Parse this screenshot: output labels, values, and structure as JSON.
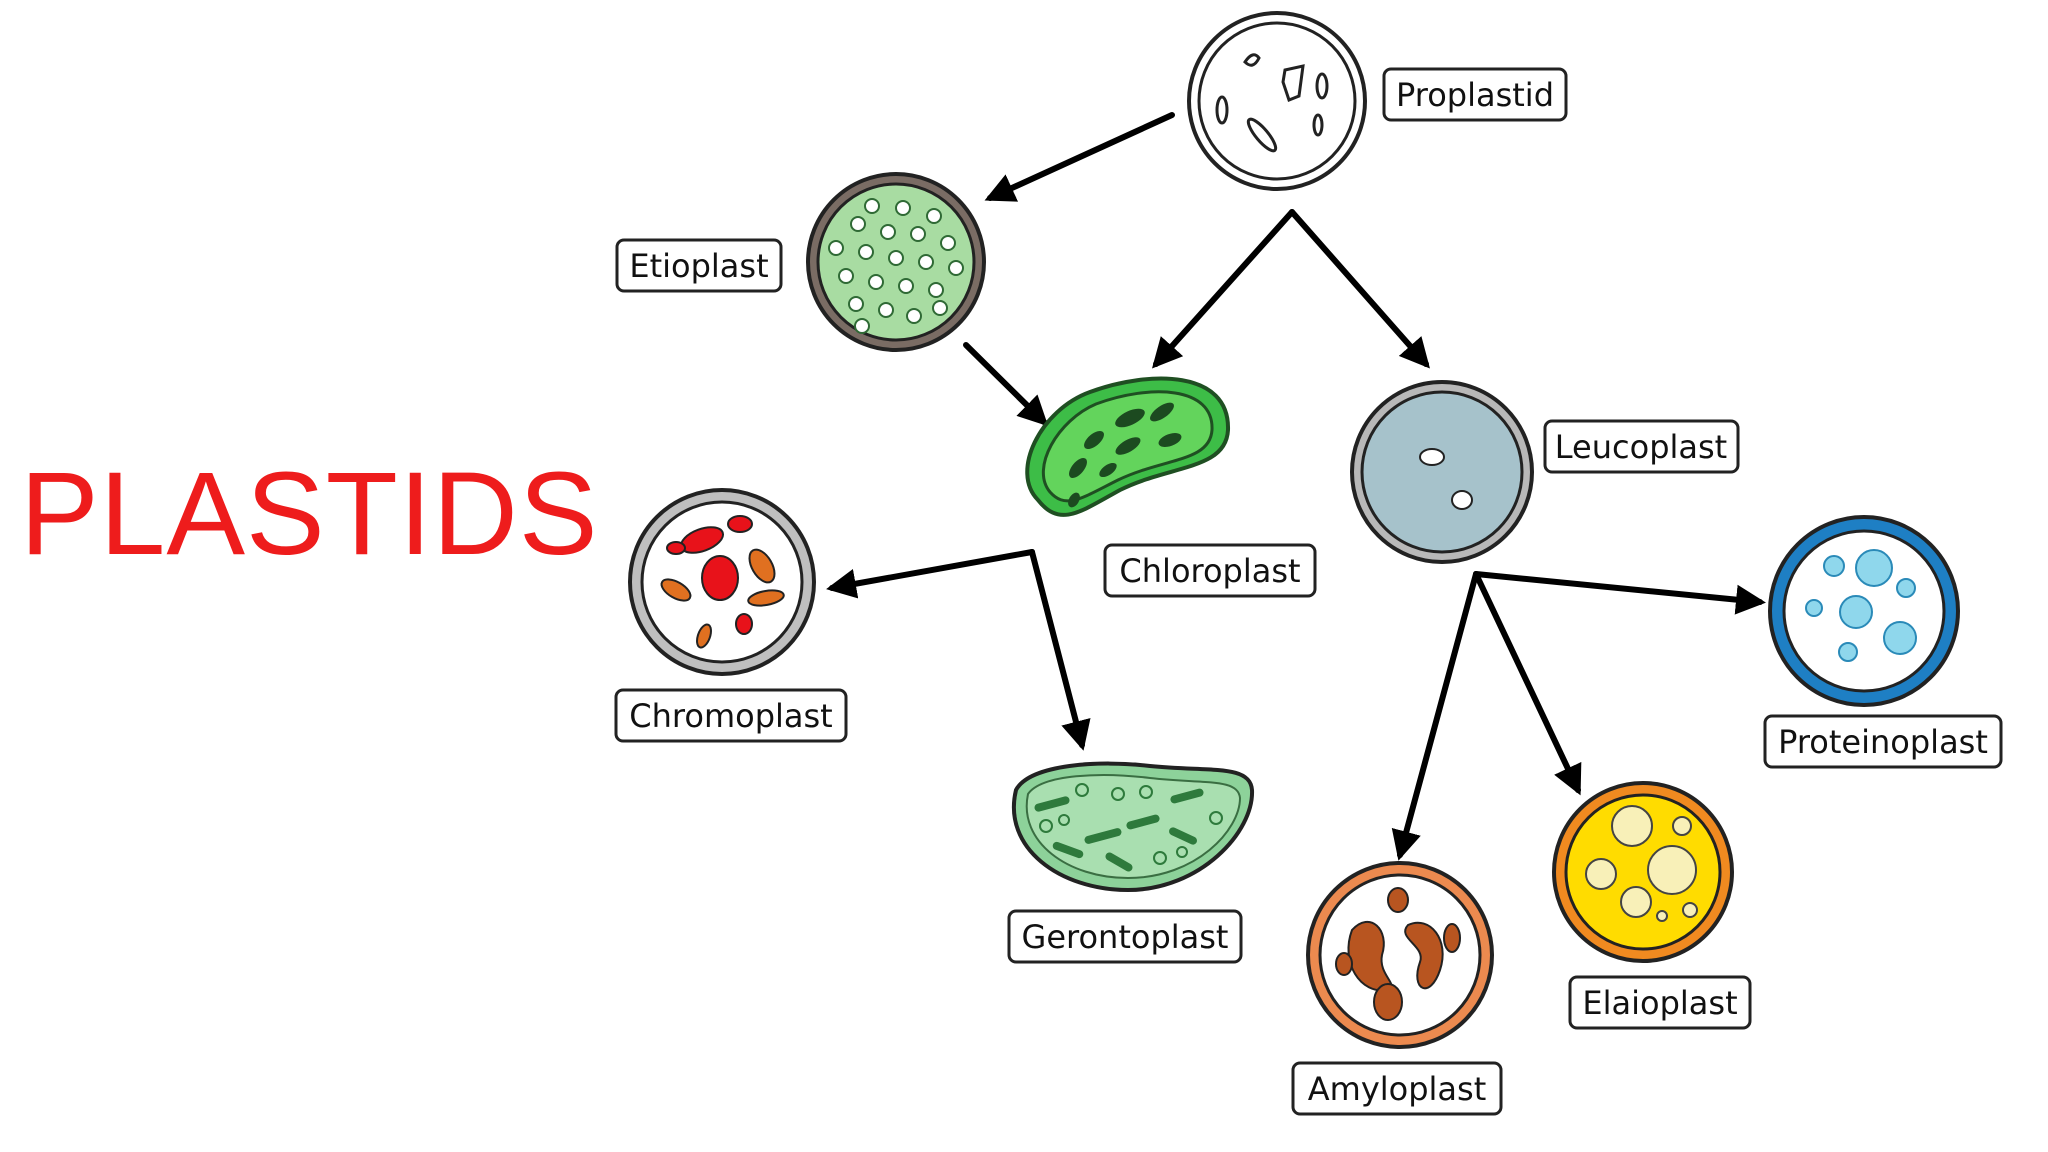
{
  "slide": {
    "title": "PLASTIDS",
    "title_color": "#ee1c1c"
  },
  "diagram": {
    "plastids": [
      {
        "key": "proplastid",
        "label": "Proplastid",
        "color": "#ffffff"
      },
      {
        "key": "etioplast",
        "label": "Etioplast",
        "color": "#9fd69b"
      },
      {
        "key": "chloroplast",
        "label": "Chloroplast",
        "color": "#38c248"
      },
      {
        "key": "leucoplast",
        "label": "Leucoplast",
        "color": "#a7c3cc"
      },
      {
        "key": "chromoplast",
        "label": "Chromoplast",
        "color": "#f0eeee"
      },
      {
        "key": "gerontoplast",
        "label": "Gerontoplast",
        "color": "#8cd39a"
      },
      {
        "key": "proteinoplast",
        "label": "Proteinoplast",
        "color": "#2a90cd"
      },
      {
        "key": "amyloplast",
        "label": "Amyloplast",
        "color": "#ec8a4f"
      },
      {
        "key": "elaioplast",
        "label": "Elaioplast",
        "color": "#ffd400"
      }
    ],
    "arrows": [
      {
        "from": "Proplastid",
        "to": "Etioplast"
      },
      {
        "from": "Proplastid",
        "to": "Chloroplast"
      },
      {
        "from": "Proplastid",
        "to": "Leucoplast"
      },
      {
        "from": "Etioplast",
        "to": "Chloroplast"
      },
      {
        "from": "Chloroplast",
        "to": "Chromoplast"
      },
      {
        "from": "Chloroplast",
        "to": "Gerontoplast"
      },
      {
        "from": "Leucoplast",
        "to": "Proteinoplast"
      },
      {
        "from": "Leucoplast",
        "to": "Amyloplast"
      },
      {
        "from": "Leucoplast",
        "to": "Elaioplast"
      }
    ]
  }
}
